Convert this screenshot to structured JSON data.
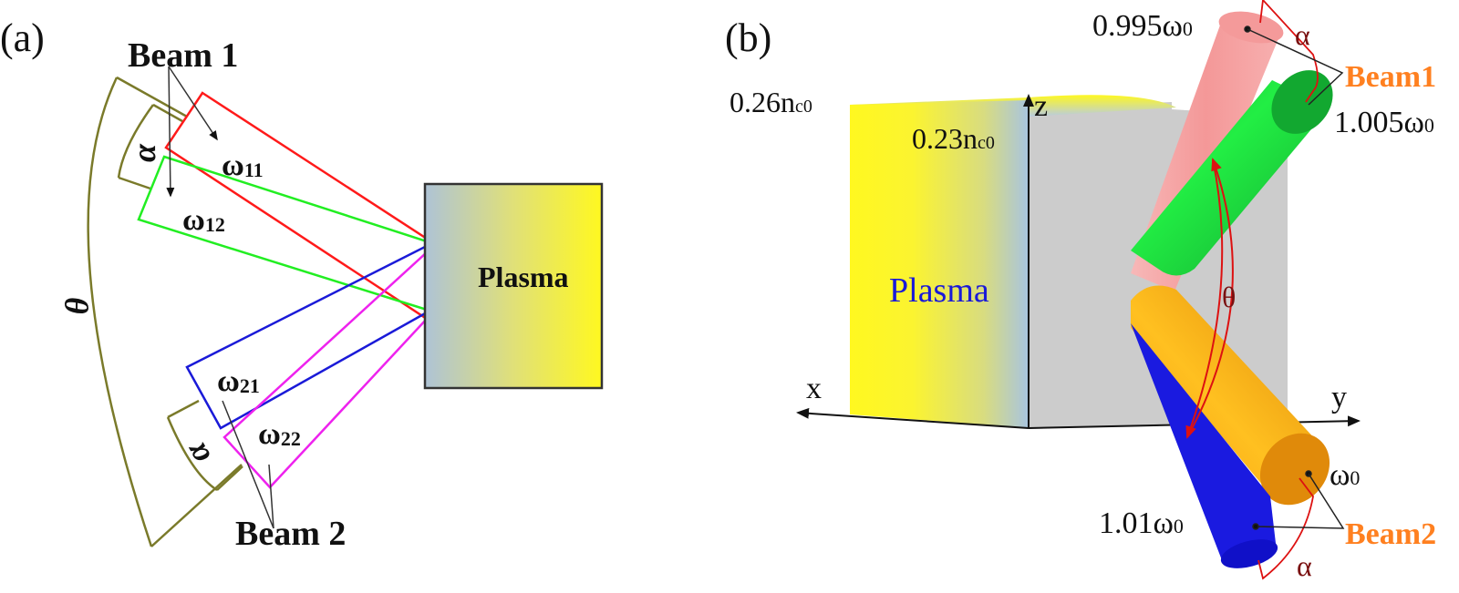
{
  "panel_a": {
    "label": "(a)",
    "beam1_label": "Beam 1",
    "beam2_label": "Beam 2",
    "alpha_top": "α",
    "alpha_bottom": "α",
    "theta": "θ",
    "omega11": {
      "sym": "ω",
      "sub": "11"
    },
    "omega12": {
      "sym": "ω",
      "sub": "12"
    },
    "omega21": {
      "sym": "ω",
      "sub": "21"
    },
    "omega22": {
      "sym": "ω",
      "sub": "22"
    },
    "plasma_label": "Plasma",
    "colors": {
      "omega11": "#ff1a1a",
      "omega12": "#22ee22",
      "omega21": "#1a1ad8",
      "omega22": "#ee22ee",
      "angle_marks": "#7a7a2a"
    }
  },
  "panel_b": {
    "label": "(b)",
    "density_left": {
      "value": "0.26n",
      "sub": "c0"
    },
    "density_right": {
      "value": "0.23n",
      "sub": "c0"
    },
    "plasma_label": "Plasma",
    "axes": {
      "x": "x",
      "y": "y",
      "z": "z"
    },
    "beam1_label": "Beam1",
    "beam2_label": "Beam2",
    "alpha_top": "α",
    "alpha_bottom": "α",
    "theta": "θ",
    "freq_pink": {
      "value": "0.995ω",
      "sub": "0"
    },
    "freq_green": {
      "value": "1.005ω",
      "sub": "0"
    },
    "freq_orange": {
      "value": "ω",
      "sub": "0"
    },
    "freq_blue": {
      "value": "1.01ω",
      "sub": "0"
    },
    "colors": {
      "pink": "#f4a0a0",
      "green": "#22cc44",
      "orange": "#f5a010",
      "blue": "#1a1ae0",
      "beam_label": "#ff8020",
      "arc": "#dd1111"
    }
  }
}
